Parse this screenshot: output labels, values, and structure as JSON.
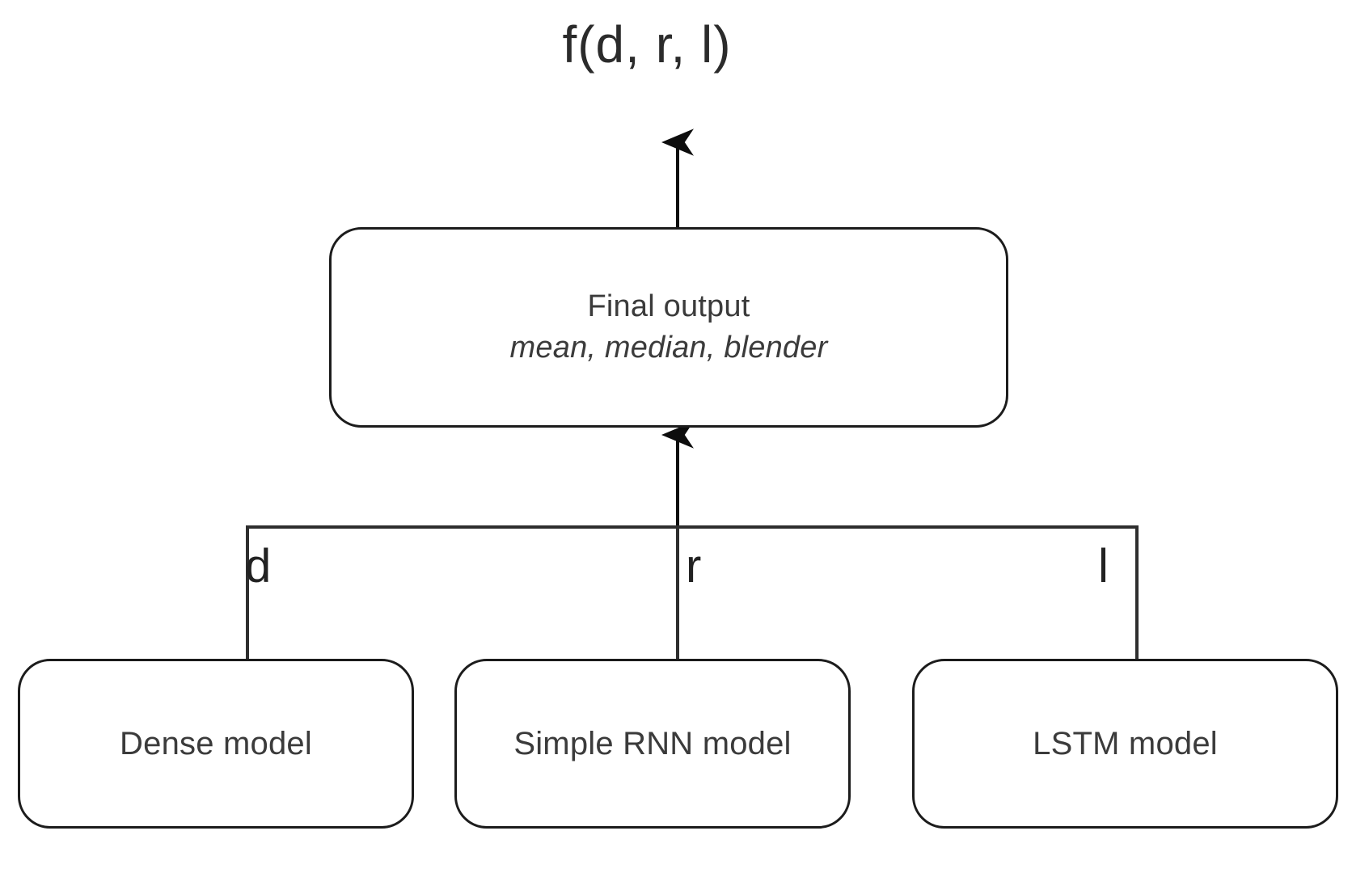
{
  "diagram": {
    "title": "f(d, r, l)",
    "background_color": "#ffffff",
    "stroke_color": "#1c1c1c",
    "text_color": "#3b3b3b"
  },
  "nodes": {
    "final_output": {
      "title": "Final output",
      "subtitle": "mean, median, blender"
    },
    "dense": {
      "label": "Dense model"
    },
    "rnn": {
      "label": "Simple RNN model"
    },
    "lstm": {
      "label": "LSTM model"
    }
  },
  "edge_labels": {
    "dense": "d",
    "rnn": "r",
    "lstm": "l"
  }
}
